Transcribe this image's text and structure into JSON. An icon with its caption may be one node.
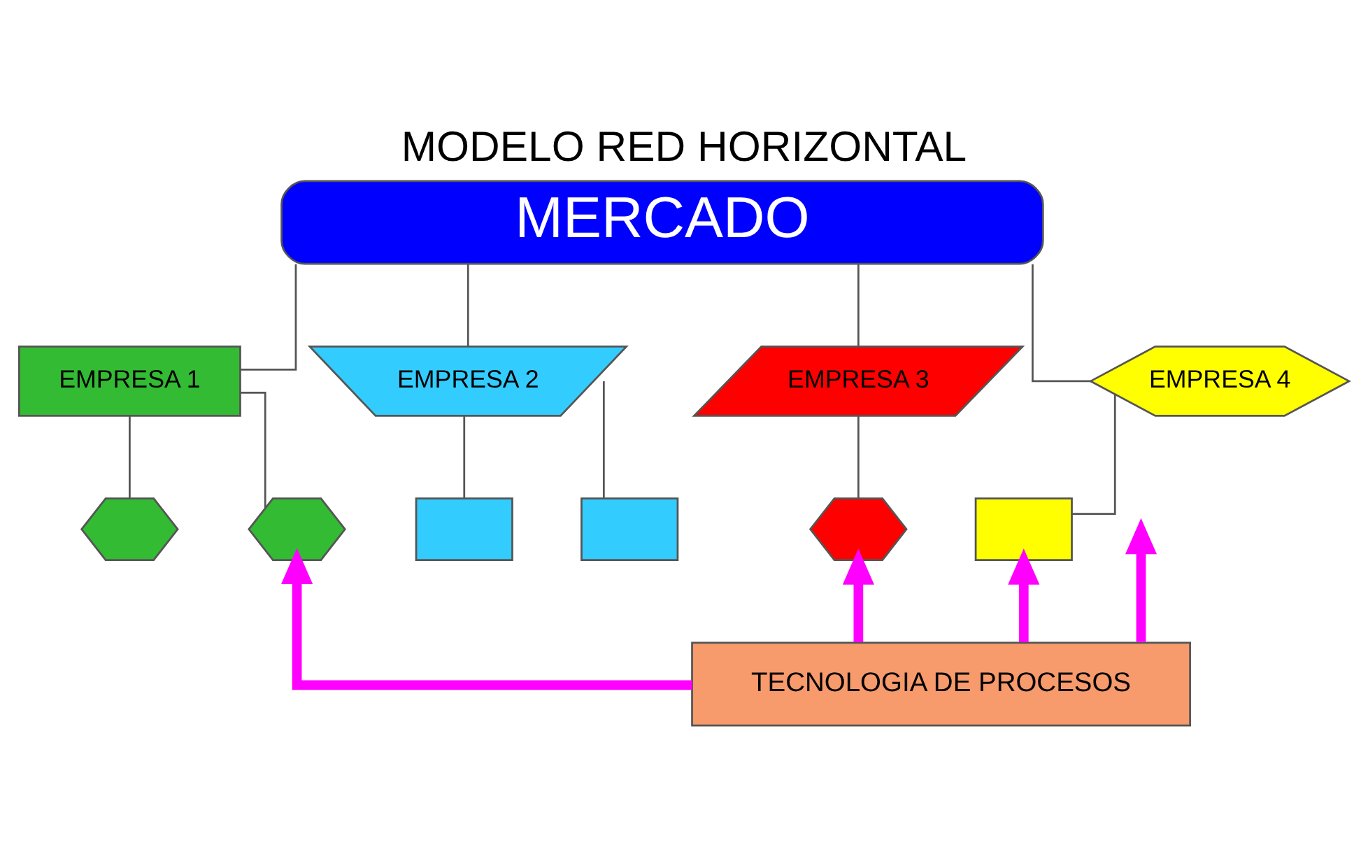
{
  "diagram": {
    "title": "MODELO RED HORIZONTAL",
    "nodes": [
      {
        "text": [
          "MERCADO"
        ]
      },
      {
        "text": [
          "EMPRESA 1"
        ]
      },
      {
        "text": [
          "EMPRESA 2"
        ]
      },
      {
        "text": [
          "EMPRESA 3"
        ]
      },
      {
        "text": [
          "EMPRESA 4"
        ]
      },
      {
        "text": [],
        "shape": "hexagon"
      },
      {
        "text": [],
        "shape": "hexagon"
      },
      {
        "text": [],
        "shape": "box"
      },
      {
        "text": [],
        "shape": "box"
      },
      {
        "text": [],
        "shape": "hexagon"
      },
      {
        "text": [],
        "shape": "box"
      },
      {
        "text": [
          "TECNOLOGIA DE PROCESOS"
        ]
      }
    ],
    "edges": [
      {
        "from": 0,
        "to": 1,
        "arrow": "none"
      },
      {
        "from": 0,
        "to": 2,
        "arrow": "none"
      },
      {
        "from": 0,
        "to": 3,
        "arrow": "none"
      },
      {
        "from": 0,
        "to": 4,
        "arrow": "none"
      },
      {
        "from": 1,
        "to": 5,
        "arrow": "none"
      },
      {
        "from": 1,
        "to": 6,
        "arrow": "none"
      },
      {
        "from": 2,
        "to": 7,
        "arrow": "none"
      },
      {
        "from": 2,
        "to": 8,
        "arrow": "none"
      },
      {
        "from": 3,
        "to": 9,
        "arrow": "none"
      },
      {
        "from": 4,
        "to": 10,
        "arrow": "none"
      },
      {
        "from": 11,
        "to": 6,
        "arrow": "to",
        "style": "thick",
        "color": "#ff00ff"
      },
      {
        "from": 11,
        "to": null,
        "arrow": "to",
        "style": "thick",
        "color": "#ff00ff"
      },
      {
        "from": 11,
        "to": 9,
        "arrow": "to",
        "style": "thick",
        "color": "#ff00ff"
      },
      {
        "from": 11,
        "to": 10,
        "arrow": "to",
        "style": "thick",
        "color": "#ff00ff"
      }
    ]
  }
}
